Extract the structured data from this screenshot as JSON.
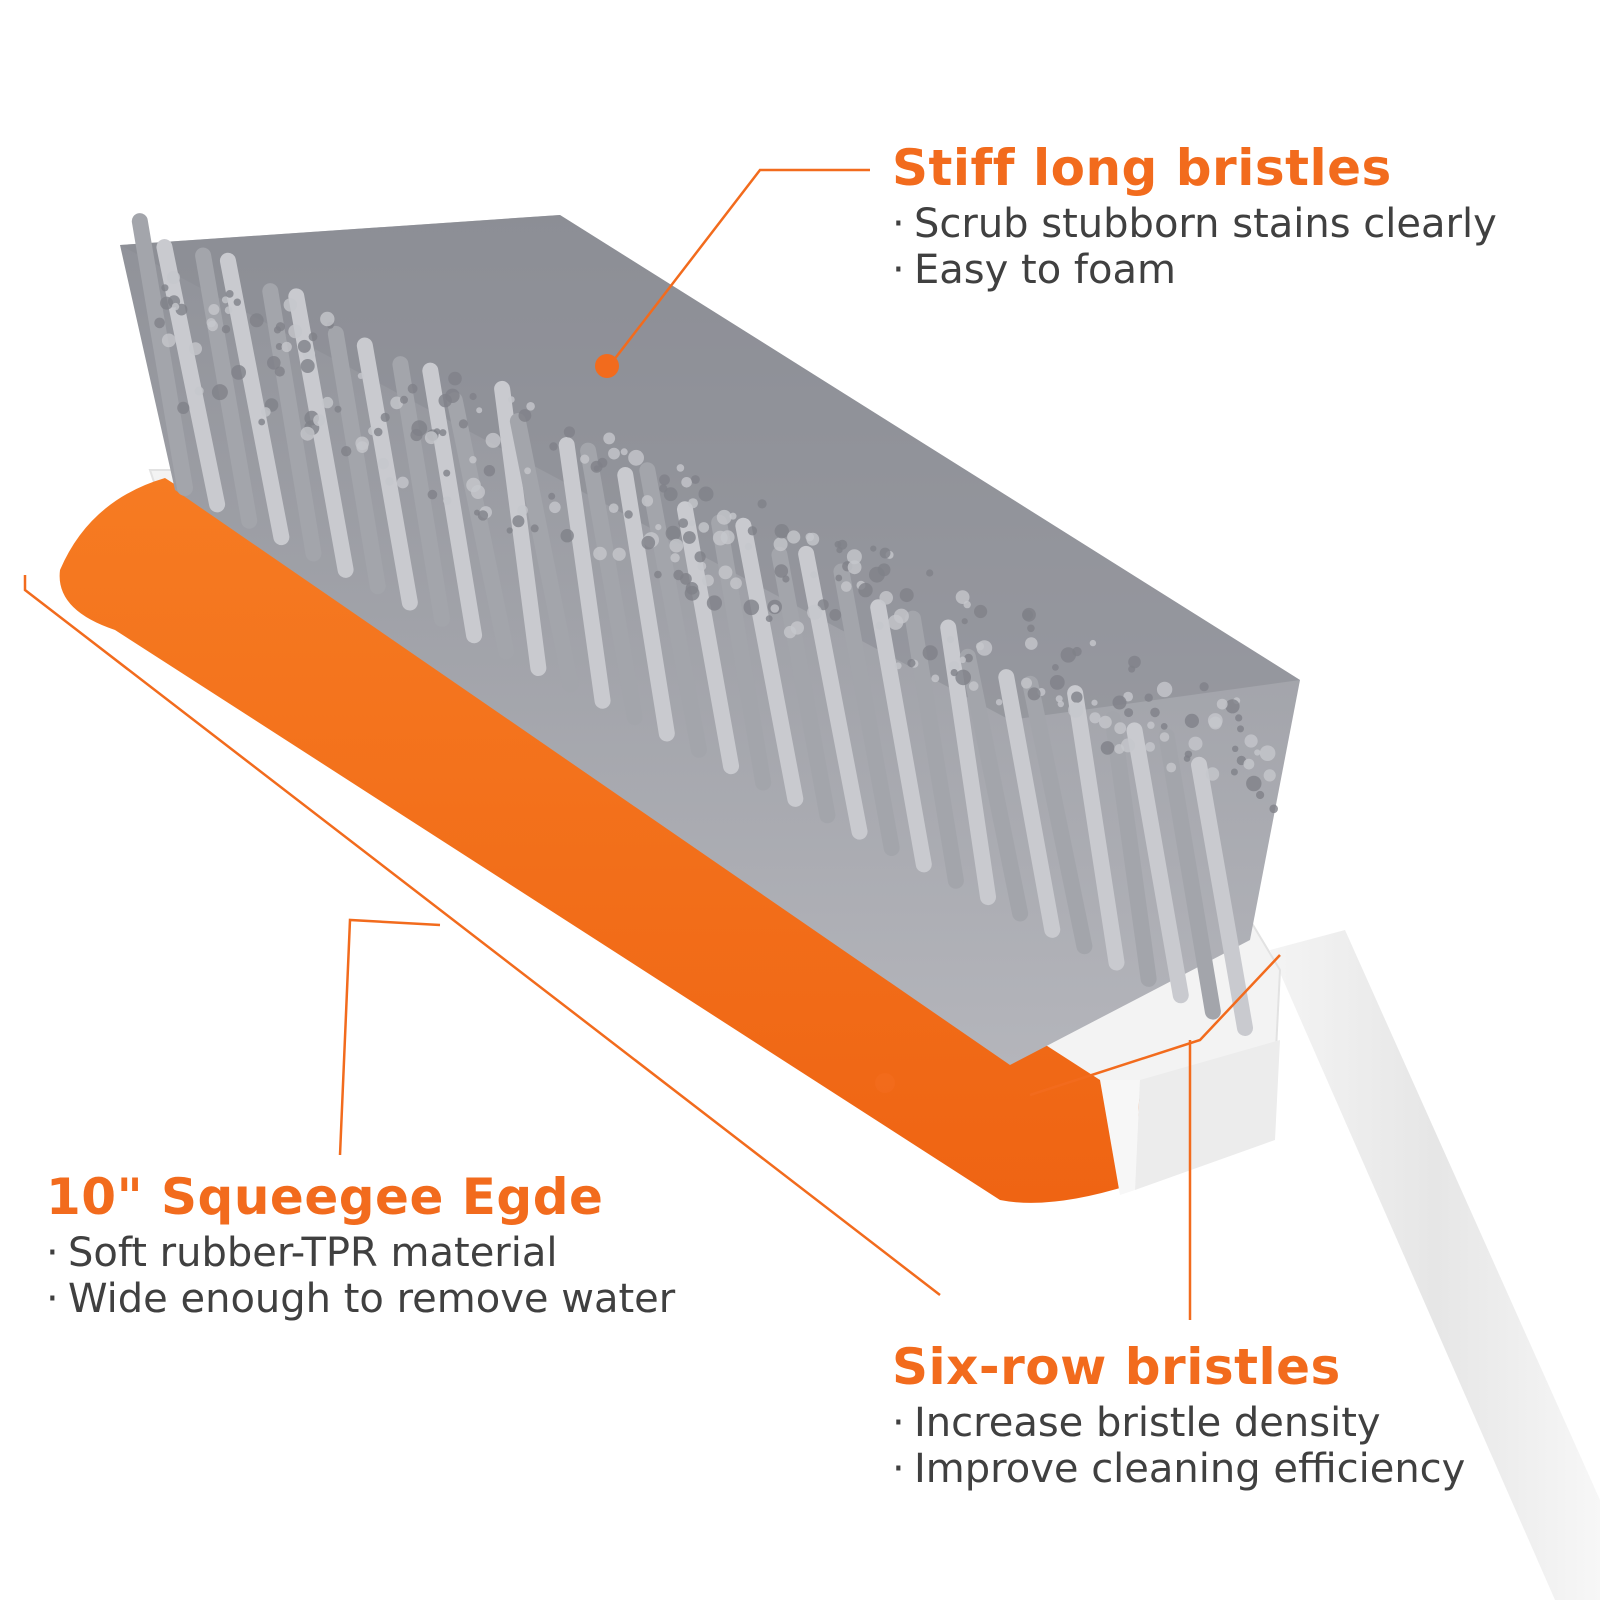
{
  "colors": {
    "accent": "#f26b1d",
    "text": "#404040",
    "bristle": "#9a9ca3",
    "handle": "#eeeeee"
  },
  "callouts": {
    "stiff": {
      "title": "Stiff long bristles",
      "items": [
        "Scrub stubborn stains clearly",
        "Easy to foam"
      ]
    },
    "squeegee": {
      "title": "10\" Squeegee Egde",
      "items": [
        "Soft rubber-TPR material",
        "Wide enough to remove water"
      ]
    },
    "sixrow": {
      "title": "Six-row bristles",
      "items": [
        "Increase bristle density",
        "Improve cleaning efficiency"
      ]
    }
  },
  "bullet": "·"
}
